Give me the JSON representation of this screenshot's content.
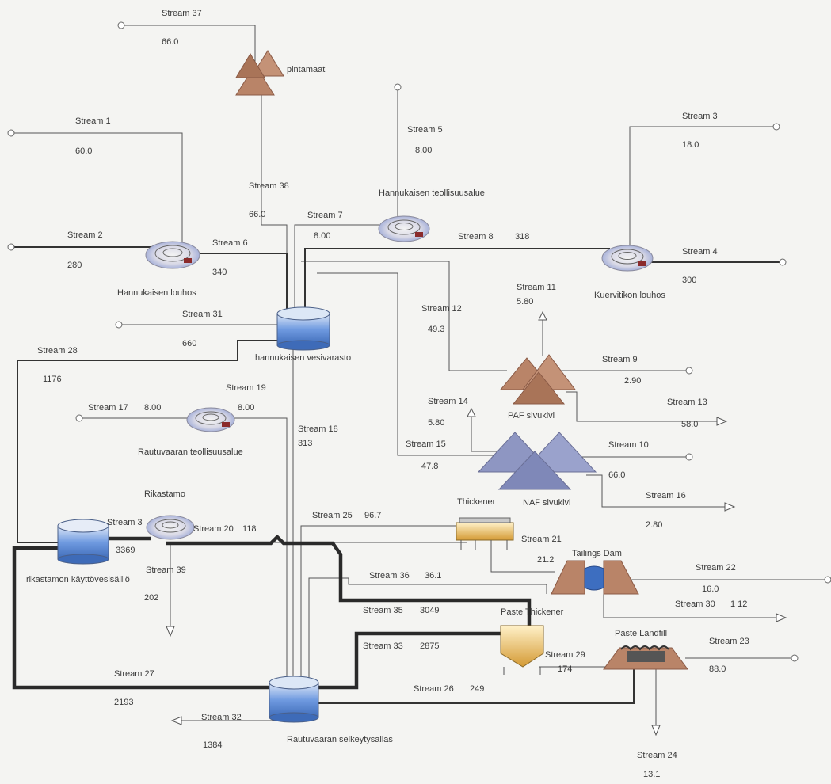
{
  "streams": {
    "s37": {
      "name": "Stream 37",
      "value": "66.0"
    },
    "s1": {
      "name": "Stream 1",
      "value": "60.0"
    },
    "s2": {
      "name": "Stream 2",
      "value": "280"
    },
    "s6": {
      "name": "Stream 6",
      "value": "340"
    },
    "s38": {
      "name": "Stream 38",
      "value": "66.0"
    },
    "s5": {
      "name": "Stream 5",
      "value": "8.00"
    },
    "s7": {
      "name": "Stream 7",
      "value": "8.00"
    },
    "s8": {
      "name": "Stream 8",
      "value": "318"
    },
    "s3": {
      "name": "Stream 3",
      "value": "18.0"
    },
    "s4": {
      "name": "Stream 4",
      "value": "300"
    },
    "s31": {
      "name": "Stream 31",
      "value": "660"
    },
    "s12": {
      "name": "Stream 12",
      "value": "49.3"
    },
    "s11": {
      "name": "Stream 11",
      "value": "5.80"
    },
    "s28": {
      "name": "Stream 28",
      "value": "1176"
    },
    "s9": {
      "name": "Stream 9",
      "value": "2.90"
    },
    "s13": {
      "name": "Stream 13",
      "value": "58.0"
    },
    "s19": {
      "name": "Stream 19",
      "value": "8.00"
    },
    "s17": {
      "name": "Stream 17",
      "value": "8.00"
    },
    "s18": {
      "name": "Stream 18",
      "value": "313"
    },
    "s14": {
      "name": "Stream 14",
      "value": "5.80"
    },
    "s15": {
      "name": "Stream 15",
      "value": "47.8"
    },
    "s10": {
      "name": "Stream 10",
      "value": "66.0"
    },
    "s16": {
      "name": "Stream 16",
      "value": "2.80"
    },
    "s25": {
      "name": "Stream 25",
      "value": "96.7"
    },
    "s21": {
      "name": "Stream 21",
      "value": "21.2"
    },
    "s20": {
      "name": "Stream 20",
      "value": "118"
    },
    "s3x": {
      "name": "Stream 3",
      "value": "3369"
    },
    "s39": {
      "name": "Stream 39",
      "value": "202"
    },
    "s36": {
      "name": "Stream 36",
      "value": "36.1"
    },
    "s22": {
      "name": "Stream 22",
      "value": "16.0"
    },
    "s30": {
      "name": "Stream 30",
      "value": "1 12"
    },
    "s35": {
      "name": "Stream 35",
      "value": "3049"
    },
    "s33": {
      "name": "Stream 33",
      "value": "2875"
    },
    "s29": {
      "name": "Stream 29",
      "value": "174"
    },
    "s23": {
      "name": "Stream 23",
      "value": "88.0"
    },
    "s27": {
      "name": "Stream 27",
      "value": "2193"
    },
    "s26": {
      "name": "Stream 26",
      "value": "249"
    },
    "s32": {
      "name": "Stream 32",
      "value": "1384"
    },
    "s24": {
      "name": "Stream 24",
      "value": "13.1"
    }
  },
  "units": {
    "pintamaat": "pintamaat",
    "hannukaisen_teollisuusalue": "Hannukaisen teollisuusalue",
    "hannukaisen_louhos": "Hannukaisen louhos",
    "kuervitikon_louhos": "Kuervitikon louhos",
    "hannukaisen_vesivarasto": "hannukaisen vesivarasto",
    "paf_sivukivi": "PAF sivukivi",
    "naf_sivukivi": "NAF sivukivi",
    "rautuvaaran_teollisuusalue": "Rautuvaaran teollisuusalue",
    "rikastamo": "Rikastamo",
    "thickener": "Thickener",
    "rikastamon_kayttovesisailio": "rikastamon käyttövesisäiliö",
    "tailings_dam": "Tailings Dam",
    "paste_thickener": "Paste Thickener",
    "paste_landfill": "Paste Landfill",
    "rautuvaaran_selkeytysallas": "Rautuvaaran selkeytysallas"
  },
  "colors": {
    "rock_brown": "#b98468",
    "rock_blue": "#8e96c2",
    "tank_blue": "#5f8ed6",
    "thickener_gold": "#d9a94a",
    "line_dark": "#2a2a2a"
  }
}
